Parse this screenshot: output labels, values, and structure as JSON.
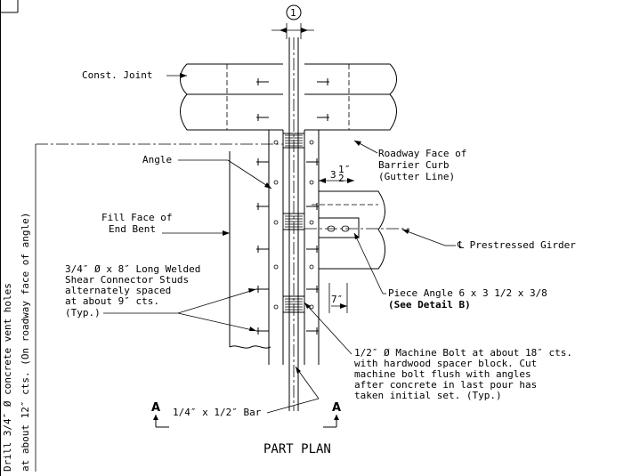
{
  "drawing": {
    "title": "PART PLAN",
    "ref_number": "1",
    "labels": {
      "const_joint": "Const. Joint",
      "angle": "Angle",
      "fill_face_1": "Fill Face of",
      "fill_face_2": "End Bent",
      "roadway_1": "Roadway Face of",
      "roadway_2": "Barrier Curb",
      "roadway_3": "(Gutter Line)",
      "dim_3_whole": "3",
      "dim_3_num": "1",
      "dim_3_den": "2",
      "dim_inch": "″",
      "prestressed": "℄ Prestressed Girder",
      "studs_1": "3/4″ Ø x 8″ Long Welded",
      "studs_2": "Shear Connector Studs",
      "studs_3": "alternately spaced",
      "studs_4": "at about 9″ cts.",
      "studs_5": "(Typ.)",
      "piece_angle": "Piece Angle 6 x 3 1/2 x 3/8",
      "see_detail": "(See Detail B)",
      "dim_7": "7″",
      "bolt_1": "1/2″ Ø Machine Bolt at about 18″ cts.",
      "bolt_2": "with hardwood spacer block. Cut",
      "bolt_3": "machine bolt flush with angles",
      "bolt_4": "after concrete in last pour has",
      "bolt_5": "taken initial set. (Typ.)",
      "bar": "1/4″ x 1/2″ Bar",
      "section_left": "A",
      "section_right": "A",
      "vent_1": "Drill 3/4″ Ø concrete vent holes",
      "vent_2": "at about 12″ cts. (On roadway face of angle)"
    }
  }
}
